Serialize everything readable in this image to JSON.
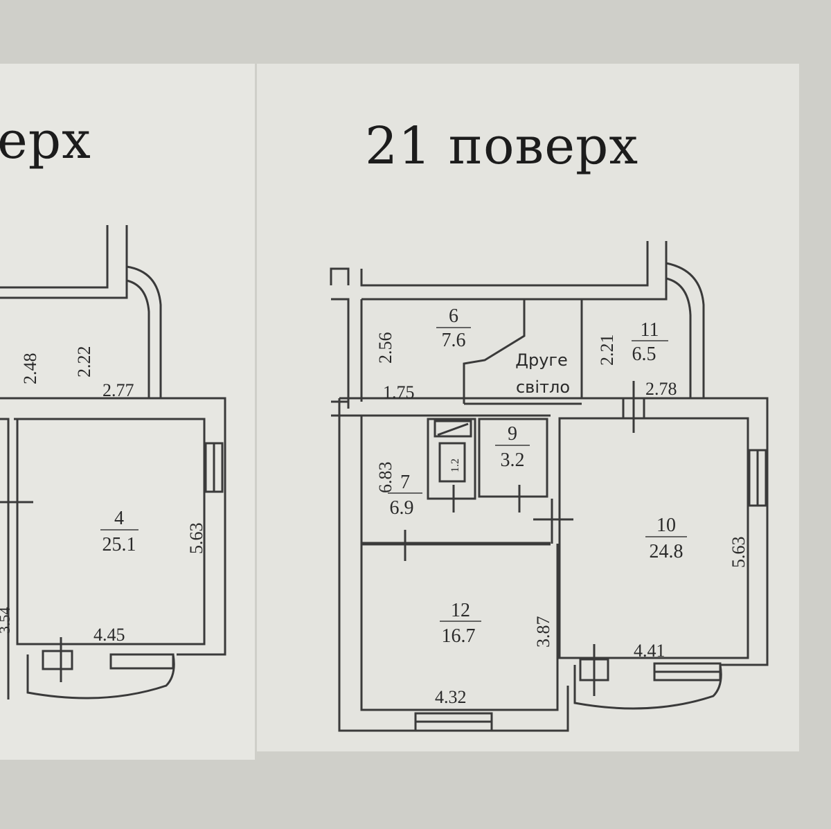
{
  "left_plan": {
    "title": "ерх",
    "dimensions": [
      "2.48",
      "2.22",
      "2.77",
      "5.63",
      "4.45",
      "3.54"
    ],
    "room_4": {
      "number": "4",
      "area": "25.1"
    }
  },
  "right_plan": {
    "title": "21 поверх",
    "rooms": [
      {
        "number": "6",
        "area": "7.6"
      },
      {
        "number": "11",
        "area": "6.5"
      },
      {
        "number": "9",
        "area": "3.2"
      },
      {
        "number": "7",
        "area": "6.9"
      },
      {
        "number": "10",
        "area": "24.8"
      },
      {
        "number": "12",
        "area": "16.7"
      }
    ],
    "second_light": [
      "Друге",
      "світло"
    ],
    "closet_label": "1.2",
    "dimensions": [
      "2.56",
      "2.21",
      "1.75",
      "2.78",
      "6.83",
      "5.63",
      "3.87",
      "4.32",
      "4.41"
    ]
  },
  "colors": {
    "background": "#cfcfc9",
    "paper": "#e4e4df",
    "ink": "#3a3a3a"
  }
}
